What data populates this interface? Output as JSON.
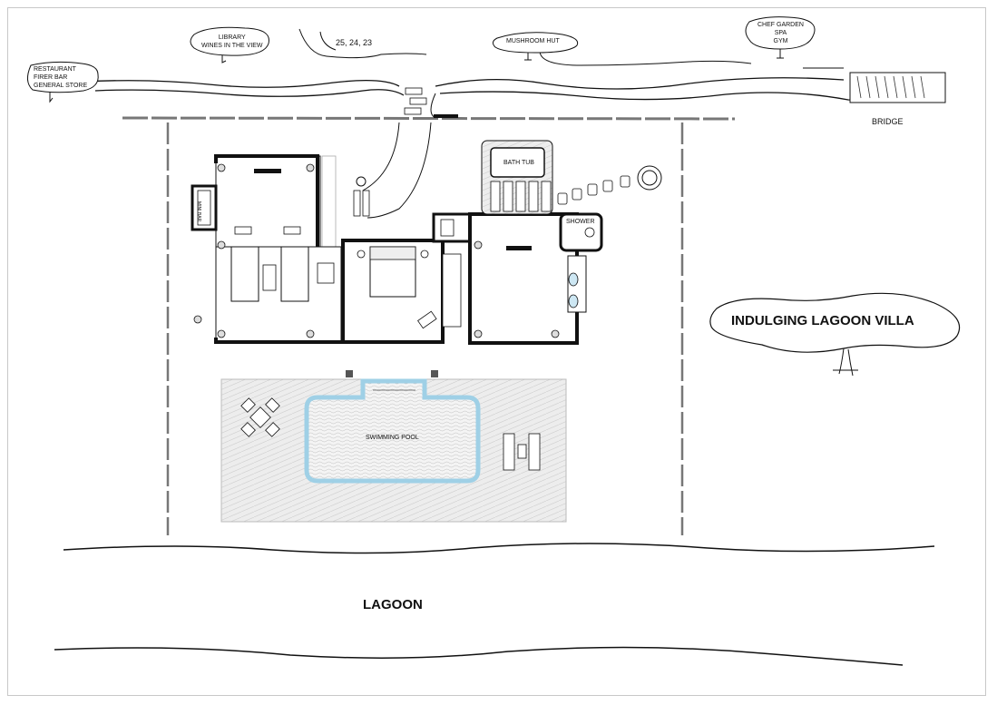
{
  "signs": {
    "restaurant": [
      "RESTAURANT",
      "FIRER BAR",
      "GENERAL STORE"
    ],
    "library": [
      "LIBRARY",
      "WINES IN THE VIEW"
    ],
    "villas": "25, 24, 23",
    "mushroom": "MUSHROOM HUT",
    "chef": [
      "CHEF GARDEN",
      "SPA",
      "GYM"
    ]
  },
  "bridge": "BRIDGE",
  "villa_title": "INDULGING LAGOON VILLA",
  "rooms": {
    "bath_tub": "BATH TUB",
    "shower": "SHOWER",
    "swimming_pool": "SWIMMING POOL",
    "minibar": "MINI BAR"
  },
  "lagoon": "LAGOON",
  "colors": {
    "pool": "#9fd0e6",
    "walls": "#111111",
    "deck": "#e9e9e9"
  }
}
